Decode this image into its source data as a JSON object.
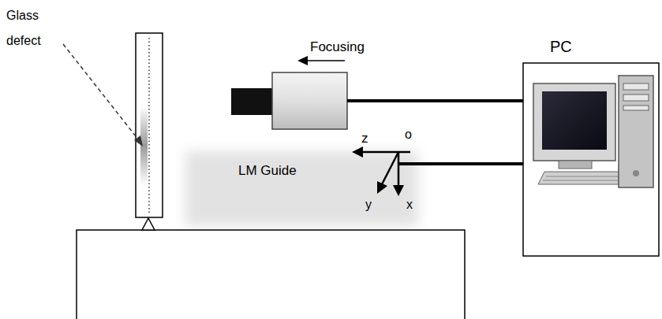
{
  "diagram": {
    "labels": [
      "Glass defect",
      "Focusing",
      "PC",
      "z",
      "o",
      "LM Guide",
      "y",
      "x"
    ]
  }
}
